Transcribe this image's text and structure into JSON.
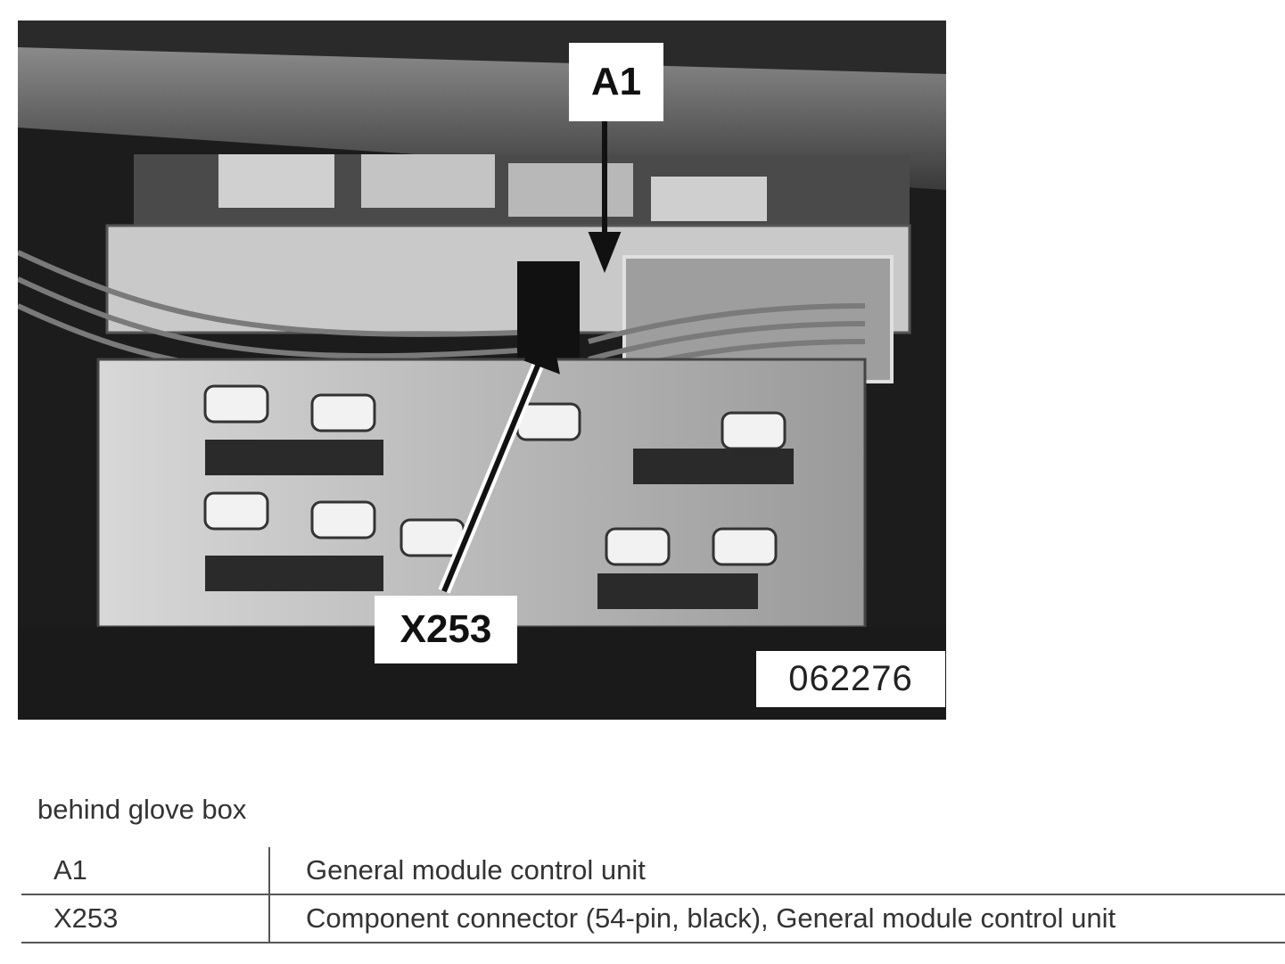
{
  "figure": {
    "callouts": [
      {
        "id": "a1",
        "label": "A1"
      },
      {
        "id": "x253",
        "label": "X253"
      }
    ],
    "reference_number": "062276"
  },
  "location": "behind glove box",
  "legend": [
    {
      "code": "A1",
      "description": "General module control unit"
    },
    {
      "code": "X253",
      "description": "Component connector (54-pin, black), General module control unit"
    }
  ]
}
